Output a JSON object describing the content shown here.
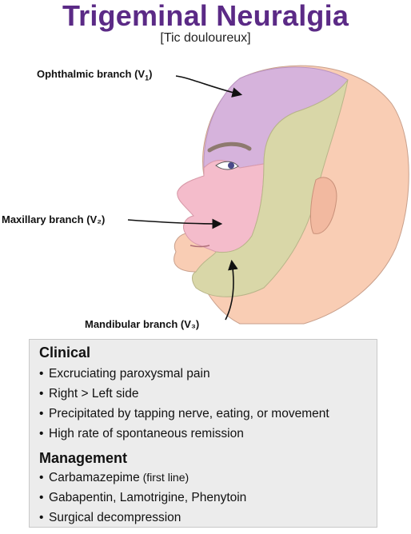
{
  "header": {
    "title": "Trigeminal Neuralgia",
    "subtitle": "[Tic douloureux]"
  },
  "diagram": {
    "labels": {
      "ophthalmic": "Ophthalmic branch (V",
      "ophthalmic_sub": "1",
      "ophthalmic_close": ")",
      "maxillary": "Maxillary branch (V₂)",
      "mandibular": "Mandibular branch (V₃)"
    },
    "colors": {
      "ophthalmic": "#d6b3dc",
      "maxillary": "#f4bccb",
      "mandibular": "#d9d7a8",
      "skin": "#f9cdb4",
      "outline": "#9b8b86"
    }
  },
  "clinical": {
    "heading": "Clinical",
    "items": [
      "Excruciating paroxysmal pain",
      "Right > Left side",
      "Precipitated by tapping nerve, eating, or movement",
      "High rate of spontaneous remission"
    ]
  },
  "management": {
    "heading": "Management",
    "items": [
      {
        "text": "Carbamazepime",
        "note": " (first line)"
      },
      {
        "text": "Gabapentin, Lamotrigine, Phenytoin",
        "note": ""
      },
      {
        "text": "Surgical decompression",
        "note": ""
      }
    ]
  }
}
